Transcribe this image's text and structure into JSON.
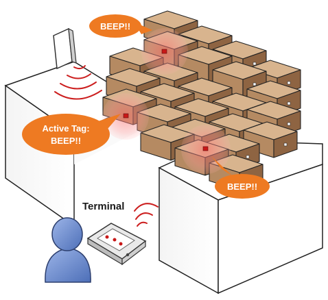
{
  "bubbles": {
    "beep_top": "BEEP!!",
    "active_tag_line1": "Active Tag:",
    "active_tag_line2": "BEEP!!",
    "beep_right": "BEEP!!"
  },
  "terminal_label": "Terminal",
  "colors": {
    "box_top": "#d8b48e",
    "box_front": "#b58a62",
    "box_side": "#8e6442",
    "bubble": "#ee7a22",
    "signal": "#cc1f1f",
    "glow": "#ff8c8c",
    "person": "#6f8fd0",
    "wall": "#ffffff",
    "outline": "#222222"
  },
  "icons": [
    "reader-antenna-icon",
    "person-icon",
    "terminal-device-icon",
    "signal-waves-icon"
  ]
}
